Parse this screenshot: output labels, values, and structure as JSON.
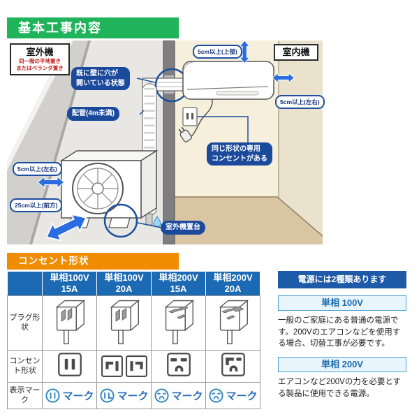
{
  "colors": {
    "green": "#1fb45a",
    "orange": "#f08c00",
    "tableblue": "#1c6ab3",
    "panelblue": "#1d5aa7",
    "calloutnavy": "#1b4a9d",
    "arrowblue": "#2b6ce0",
    "markblue": "#2e86c1",
    "accenttext": "#1b6cb0",
    "labelborder": "#1d4f9e",
    "red": "#c42222"
  },
  "header": {
    "title": "基本工事内容"
  },
  "diagram": {
    "outdoor_unit": {
      "title": "室外機",
      "sub_line1": "同一階の平地置き",
      "sub_line2": "またはベランダ置き"
    },
    "indoor_unit": {
      "title": "室内機"
    },
    "callouts": {
      "wall_hole_line1": "既に壁に穴が",
      "wall_hole_line2": "開いている状態",
      "pipe": "配管(4m未満)",
      "outlet_line1": "同じ形状の専用",
      "outlet_line2": "コンセントがある",
      "stand": "室外機置台"
    },
    "clearances": {
      "top": "5cm以上(上部)",
      "indoor_side": "5cm以上(左右)",
      "outdoor_side": "5cm以上(左右)",
      "front": "25cm以上(前方)"
    }
  },
  "outlet_section": {
    "title": "コンセント形状",
    "rows": {
      "plug": "プラグ形状",
      "outlet": "コンセント形状",
      "mark": "表示マーク"
    },
    "columns": [
      {
        "volt": "単相100V",
        "amp": "15A",
        "mark": "マーク"
      },
      {
        "volt": "単相100V",
        "amp": "20A",
        "mark": "マーク"
      },
      {
        "volt": "単相200V",
        "amp": "15A",
        "mark": "マーク"
      },
      {
        "volt": "単相200V",
        "amp": "20A",
        "mark": "マーク"
      }
    ]
  },
  "power_panel": {
    "title": "電源には2種類あります",
    "sections": [
      {
        "name": "単相 100V",
        "desc": "一般のご家庭にある普通の電源です。200Vのエアコンなどを使用する場合、切替工事が必要です。"
      },
      {
        "name": "単相 200V",
        "desc": "エアコンなど200Vの力を必要とする製品に使用できる電源。"
      }
    ]
  }
}
